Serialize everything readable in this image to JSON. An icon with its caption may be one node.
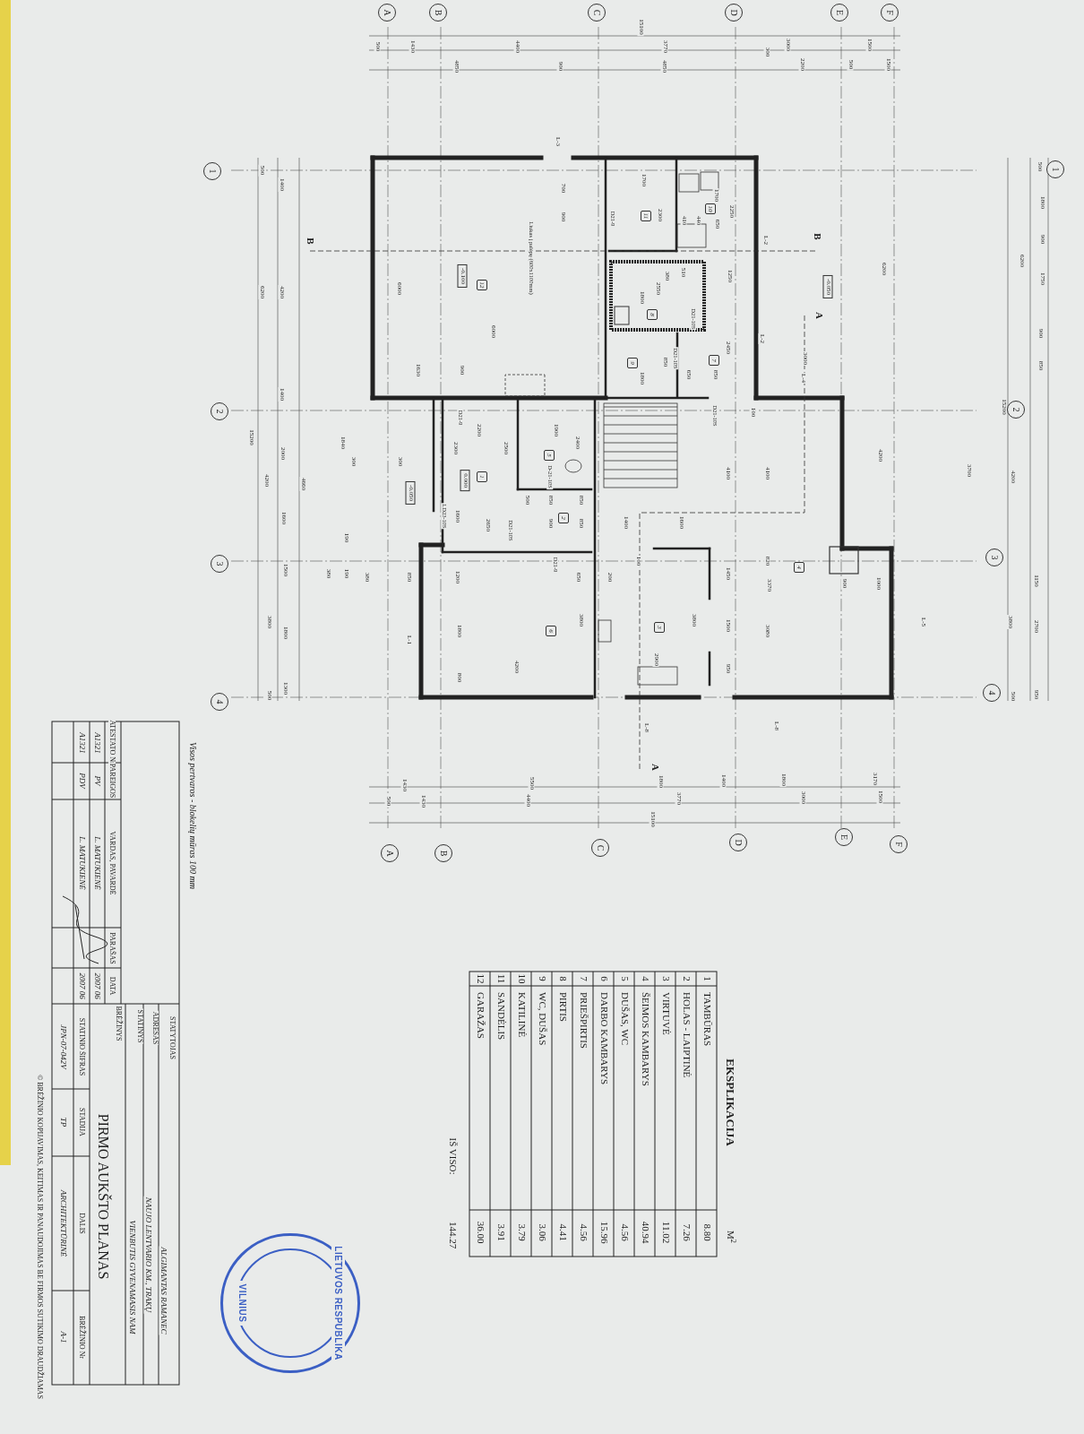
{
  "diagram": {
    "title": "PIRMO AUKŠTO PLANAS",
    "nodes": [
      {
        "text": [
          "A"
        ]
      },
      {
        "text": [
          "B"
        ]
      },
      {
        "text": [
          "C"
        ]
      },
      {
        "text": [
          "D"
        ]
      },
      {
        "text": [
          "E"
        ]
      },
      {
        "text": [
          "F"
        ]
      },
      {
        "text": [
          "A"
        ]
      },
      {
        "text": [
          "B"
        ]
      },
      {
        "text": [
          "C"
        ]
      },
      {
        "text": [
          "D"
        ]
      },
      {
        "text": [
          "E"
        ]
      },
      {
        "text": [
          "F"
        ]
      },
      {
        "text": [
          "1"
        ]
      },
      {
        "text": [
          "2"
        ]
      },
      {
        "text": [
          "3"
        ]
      },
      {
        "text": [
          "4"
        ]
      },
      {
        "text": [
          "1"
        ]
      },
      {
        "text": [
          "2"
        ]
      },
      {
        "text": [
          "3"
        ]
      },
      {
        "text": [
          "4"
        ]
      },
      {
        "text": [
          "1"
        ]
      },
      {
        "text": [
          "2"
        ]
      },
      {
        "text": [
          "3"
        ]
      },
      {
        "text": [
          "4"
        ]
      },
      {
        "text": [
          "5"
        ]
      },
      {
        "text": [
          "6"
        ]
      },
      {
        "text": [
          "7"
        ]
      },
      {
        "text": [
          "8"
        ]
      },
      {
        "text": [
          "9"
        ]
      },
      {
        "text": [
          "10"
        ]
      },
      {
        "text": [
          "11"
        ]
      },
      {
        "text": [
          "12"
        ]
      },
      {
        "text": [
          "-0.100"
        ]
      },
      {
        "text": [
          "0.000"
        ]
      },
      {
        "text": [
          "-0.050"
        ]
      },
      {
        "text": [
          "-0.050"
        ]
      },
      {
        "text": [
          "LIETUVOS RESPUBLIKA",
          "VILNIUS"
        ]
      }
    ],
    "labels": [
      "15100",
      "500",
      "1430",
      "4400",
      "3770",
      "300",
      "3000",
      "1500",
      "4850",
      "900",
      "4850",
      "2200",
      "500",
      "1500",
      "L-3",
      "500",
      "6200",
      "15200",
      "4200",
      "3800",
      "500",
      "1400",
      "4200",
      "1400",
      "2000",
      "1600",
      "1500",
      "1800",
      "1300",
      "4660",
      "1840",
      "300",
      "300",
      "190",
      "380",
      "190",
      "380",
      "850",
      "B",
      "L-1",
      "6000",
      "6000",
      "1630",
      "900",
      "700",
      "900",
      "Liukas į palėpę (600x1100mm)",
      "2200",
      "2300",
      "2500",
      "1900",
      "2400",
      "500",
      "850",
      "850",
      "900",
      "850",
      "2650",
      "1600",
      "1200",
      "1800",
      "800",
      "4200",
      "650",
      "200",
      "3800",
      "D21-9",
      "D21-9",
      "D-21-10S",
      "LD23-10S",
      "D21-10S",
      "D21-9",
      "1700",
      "1700",
      "2300",
      "410",
      "440",
      "650",
      "2250",
      "510",
      "380",
      "2550",
      "1800",
      "1250",
      "D21-10S",
      "2450",
      "D21-10S",
      "850",
      "1800",
      "650",
      "850",
      "D21-10S",
      "100",
      "4100",
      "4100",
      "1400",
      "1600",
      "100",
      "3800",
      "2900",
      "820",
      "1450",
      "1500",
      "950",
      "3370",
      "3080",
      "900",
      "1000",
      "3000",
      "L-4",
      "L-2",
      "L-2",
      "B",
      "A",
      "6200",
      "4200",
      "L-5",
      "6200",
      "15200",
      "4200",
      "3700",
      "3800",
      "500",
      "500",
      "1800",
      "900",
      "1750",
      "900",
      "850",
      "1150",
      "2700",
      "950",
      "L-8",
      "L-8",
      "A",
      "1430",
      "5500",
      "1800",
      "1400",
      "1800",
      "3170",
      "500",
      "1430",
      "4400",
      "3770",
      "3000",
      "1500",
      "15100",
      "Visos pertvaros - blokelių mūras 100 mm",
      "EKSPLIKACIJA",
      "M$^{2}$",
      "1",
      "TAMBŪRAS",
      "8.80",
      "2",
      "HOLAS - LAIPTINĖ",
      "7.26",
      "3",
      "VIRTUVĖ",
      "11.02",
      "4",
      "ŠEIMOS KAMBARYS",
      "40.94",
      "5",
      "DUŠAS, WC",
      "4.56",
      "6",
      "DARBO KAMBARYS",
      "15.96",
      "7",
      "PRIEŠPIRTIS",
      "4.56",
      "8",
      "PIRTIS",
      "4.41",
      "9",
      "WC, DUŠAS",
      "3.06",
      "10",
      "KATILINĖ",
      "3.79",
      "11",
      "SANDĖLIS",
      "3.91",
      "12",
      "GARAŽAS",
      "36.00",
      "IŠ VISO:",
      "144.27",
      "STATYTOJAS",
      "ALGIMANTAS RAMANEC",
      "ADRESAS",
      "NAUJO LENTVARIO KM., TRAKŲ",
      "STATINYS",
      "VIENBUTIS GYVENAMASIS NAM",
      "BRĖŽINYS",
      "ATESTATO Nr",
      "PAREIGOS",
      "VARDAS, PAVARDĖ",
      "PARAŠAS",
      "DATA",
      "A1321",
      "PV",
      "L. MATUKIENĖ",
      "2007 06",
      "A1321",
      "PDV",
      "L. MATUKIENĖ",
      "2007 06",
      "STATINIO ŠIFRAS",
      "STADIJA",
      "DALIS",
      "BRĖŽINIO Nr",
      "JPN-07-042V",
      "TP",
      "ARCHITEKTŪRINĖ",
      "A-1",
      "© BRĖŽINIO KOPIJAVIMAS, KEITIMAS IR PANAUDOJIMAS BE FIRMOS SUTIKIMO DRAUDŽIAMAS"
    ]
  }
}
